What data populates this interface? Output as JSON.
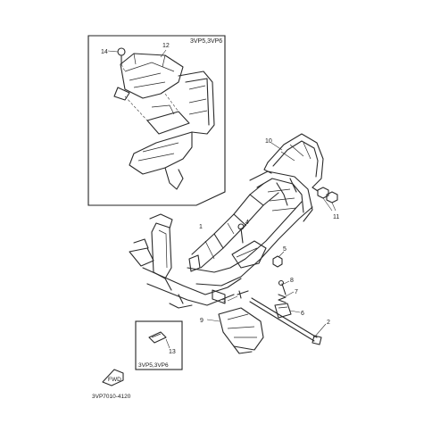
{
  "inset_top": {
    "variant_label": "3VP5,3VP6"
  },
  "inset_bottom": {
    "variant_label": "3VP5,3VP6"
  },
  "drawing_code": "3VP7010-4120",
  "callouts": [
    {
      "id": "c1",
      "number": "1"
    },
    {
      "id": "c2",
      "number": "2"
    },
    {
      "id": "c3",
      "number": "3"
    },
    {
      "id": "c4",
      "number": "4"
    },
    {
      "id": "c5",
      "number": "5"
    },
    {
      "id": "c6",
      "number": "6"
    },
    {
      "id": "c7",
      "number": "7"
    },
    {
      "id": "c8",
      "number": "8"
    },
    {
      "id": "c9",
      "number": "9"
    },
    {
      "id": "c10",
      "number": "10"
    },
    {
      "id": "c11",
      "number": "11"
    },
    {
      "id": "c12",
      "number": "12"
    },
    {
      "id": "c13",
      "number": "13"
    },
    {
      "id": "c14",
      "number": "14"
    }
  ]
}
